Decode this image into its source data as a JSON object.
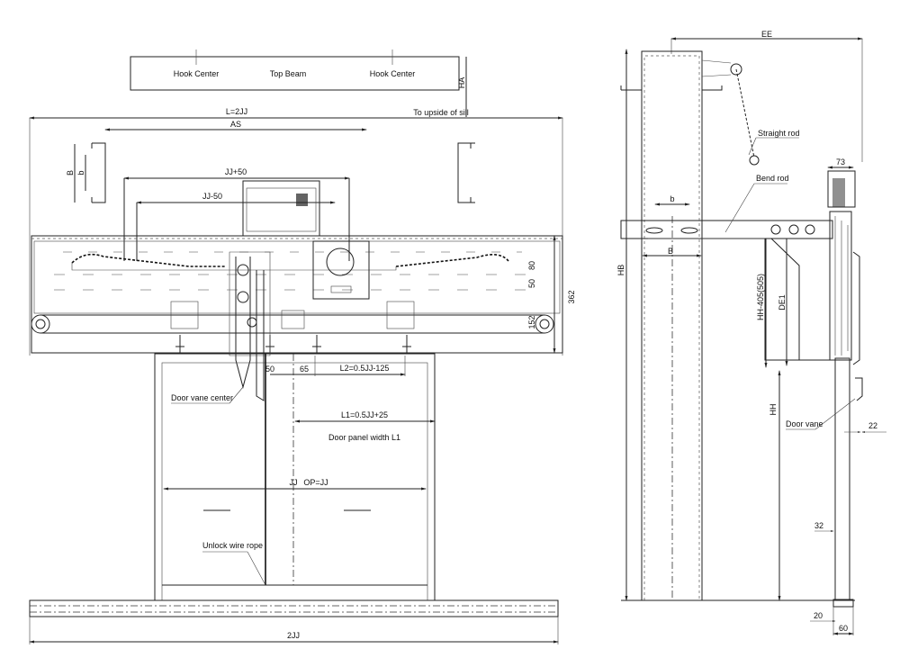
{
  "front_view": {
    "top_beam": {
      "left_hook": "Hook Center",
      "center": "Top Beam",
      "right_hook": "Hook Center",
      "height_dim": "HA"
    },
    "dims": {
      "overall_length": "L=2JJ",
      "sill_note": "To upside of sill",
      "hook_spacing": "AS",
      "bracket_B": "B",
      "bracket_b": "b",
      "jj_plus_50": "JJ+50",
      "jj_minus_50": "JJ-50",
      "height_362": "362",
      "dim_80": "80",
      "dim_50_right": "50",
      "dim_152": "152",
      "dim_50": "50",
      "dim_65": "65",
      "l2": "L2=0.5JJ-125",
      "l1": "L1=0.5JJ+25",
      "jj": "JJ",
      "op": "OP=JJ",
      "sill_length": "2JJ"
    },
    "labels": {
      "door_vane_center": "Door vane center",
      "door_panel_width": "Door panel width L1",
      "unlock_wire_rope": "Unlock wire rope"
    }
  },
  "side_view": {
    "dims": {
      "ee": "EE",
      "hb": "HB",
      "b": "b",
      "B": "B",
      "hh_405": "HH-405(505)",
      "de1": "DE1",
      "hh": "HH",
      "d73": "73",
      "d22": "22",
      "d32": "32",
      "d20": "20",
      "d60": "60"
    },
    "labels": {
      "straight_rod": "Straight rod",
      "bend_rod": "Bend rod",
      "door_vane": "Door vane"
    }
  }
}
